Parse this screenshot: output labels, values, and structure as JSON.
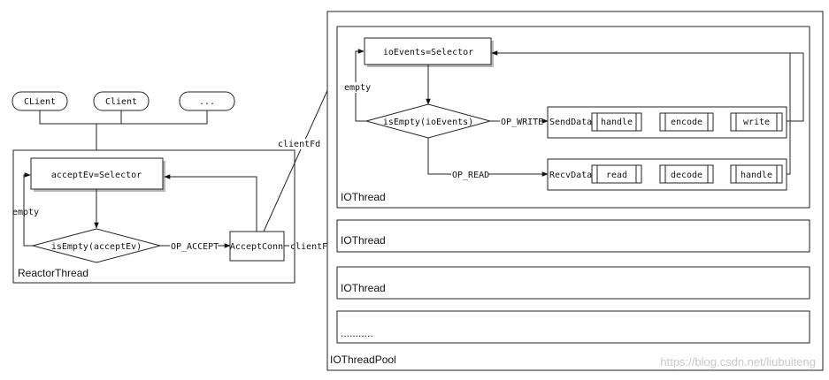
{
  "clients": [
    "CLient",
    "Client",
    "..."
  ],
  "reactor": {
    "title": "ReactorThread",
    "selector": "acceptEv=Selector",
    "decision": "isEmpty(acceptEv)",
    "empty_label": "empty",
    "op_accept": "OP_ACCEPT",
    "accept_conn": "AcceptConn",
    "clientfd_right": "clientFd",
    "clientfd_up": "clientFd"
  },
  "pool": {
    "title": "IOThreadPool",
    "io_thread": {
      "title": "IOThread",
      "selector": "ioEvents=Selector",
      "decision": "isEmpty(ioEvents)",
      "empty_label": "empty",
      "op_write": "OP_WRITE",
      "op_read": "OP_READ",
      "send_row": {
        "label": "SendData",
        "steps": [
          "handle",
          "encode",
          "write"
        ]
      },
      "recv_row": {
        "label": "RecvData",
        "steps": [
          "read",
          "decode",
          "handle"
        ]
      }
    },
    "other_threads": [
      "IOThread",
      "IOThread",
      "..........."
    ]
  },
  "watermark": "https://blog.csdn.net/liubuiteng"
}
